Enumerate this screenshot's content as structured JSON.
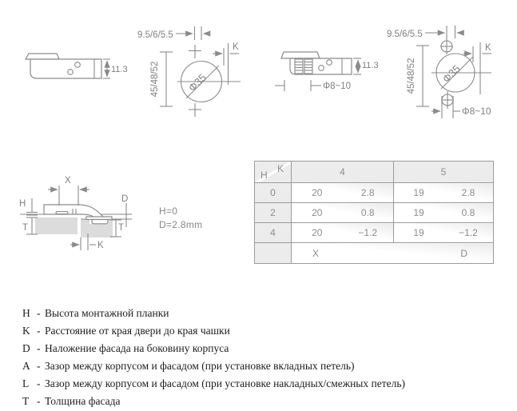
{
  "colors": {
    "line": "#8a8a8a",
    "dim_text": "#808080",
    "panel_fill": "#dcdcdc",
    "table_border": "#9b9b9b",
    "table_header_bg": "#ececec",
    "table_text": "#8c8c8c",
    "legend_text": "#1c1c1c"
  },
  "drawings": {
    "hinge_left": {
      "height_dim": "11.3"
    },
    "drill_left": {
      "edge_offsets": "9.5/6/5.5",
      "hole_spacings": "45/48/52",
      "cup_diameter": "Φ35",
      "k_label": "K"
    },
    "hinge_right": {
      "height_dim": "11.3",
      "dowel_diameter": "Φ8~10"
    },
    "drill_right": {
      "edge_offsets": "9.5/6/5.5",
      "hole_spacings": "45/48/52",
      "cup_diameter": "Φ35",
      "k_label": "K",
      "dowel_diameter": "Φ8~10"
    },
    "section": {
      "x_label": "X",
      "h_label": "H",
      "t_left_label": "T",
      "d_label": "D",
      "t_right_label": "T",
      "k_label": "K",
      "note_line1": "H=0",
      "note_line2": "D=2.8mm"
    }
  },
  "table": {
    "corner_top": "K",
    "corner_bottom": "H",
    "col_headers": [
      "4",
      "5"
    ],
    "rows": [
      {
        "h": "0",
        "c4": [
          "20",
          "2.8"
        ],
        "c5": [
          "19",
          "2.8"
        ]
      },
      {
        "h": "2",
        "c4": [
          "20",
          "0.8"
        ],
        "c5": [
          "19",
          "0.8"
        ]
      },
      {
        "h": "4",
        "c4": [
          "20",
          "−1.2"
        ],
        "c5": [
          "19",
          "−1.2"
        ]
      }
    ],
    "footer_left": "X",
    "footer_right": "D"
  },
  "legend": {
    "separator": "-",
    "items": [
      {
        "letter": "H",
        "text": "Высота монтажной планки"
      },
      {
        "letter": "K",
        "text": "Расстояние от края двери до края чашки"
      },
      {
        "letter": "D",
        "text": "Наложение фасада на боковину корпуса"
      },
      {
        "letter": "A",
        "text": "Зазор между корпусом и фасадом (при установке вкладных петель)"
      },
      {
        "letter": "L",
        "text": "Зазор между корпусом и фасадом (при установке накладных/смежных петель)"
      },
      {
        "letter": "T",
        "text": "Толщина фасада"
      }
    ]
  }
}
